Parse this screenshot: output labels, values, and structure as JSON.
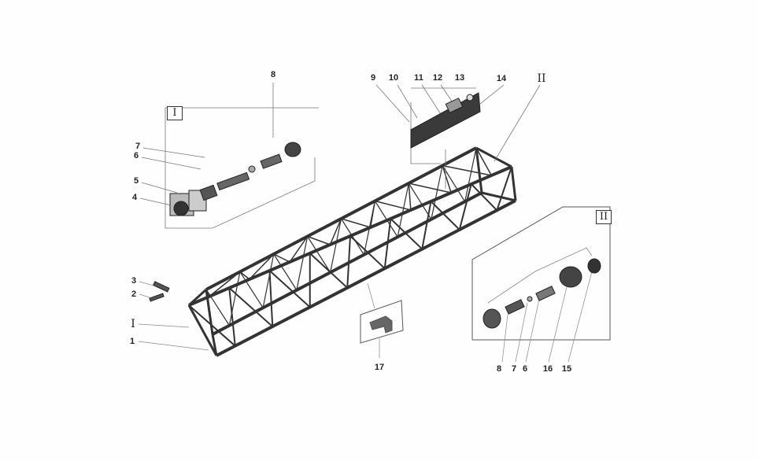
{
  "diagram": {
    "callouts_top": [
      "8",
      "9",
      "10",
      "11",
      "12",
      "13",
      "14"
    ],
    "section_ref_top": "II",
    "detail_I": {
      "box_label": "I",
      "callouts": [
        "7",
        "6",
        "5",
        "4"
      ]
    },
    "left_callouts": {
      "pin_top": "3",
      "pin_bottom": "2",
      "section_ref": "I",
      "truss": "1"
    },
    "callout_bracket": "17",
    "detail_II": {
      "box_label": "II",
      "callouts": [
        "8",
        "7",
        "6",
        "16",
        "15"
      ]
    }
  }
}
